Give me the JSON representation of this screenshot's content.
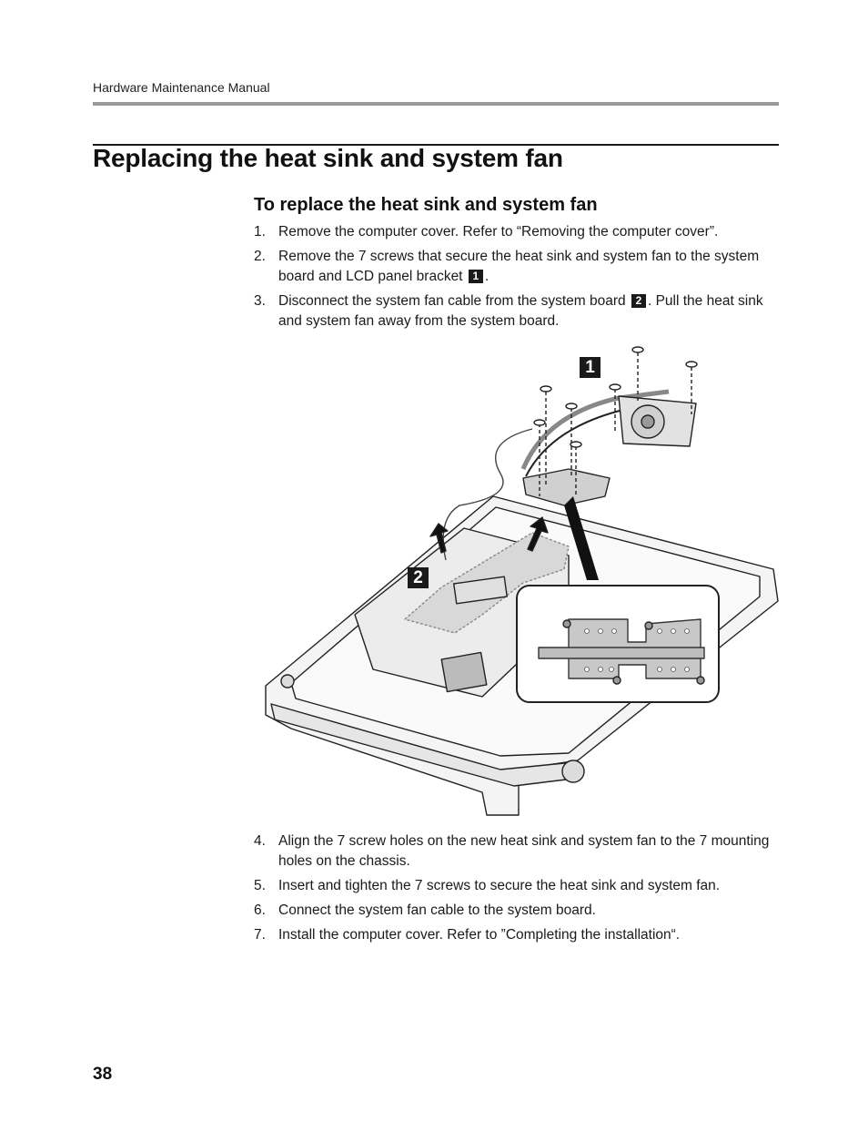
{
  "header": {
    "running_title": "Hardware Maintenance Manual"
  },
  "page_title": "Replacing the heat sink and system fan",
  "section_heading": "To replace the heat sink and system fan",
  "steps_before": [
    {
      "num": "1.",
      "text": "Remove the computer cover. Refer to “Removing the computer cover”."
    },
    {
      "num": "2.",
      "text_before": "Remove the 7 screws that secure the heat sink and system fan to the system board and LCD panel bracket",
      "callout": "1",
      "text_after": "."
    },
    {
      "num": "3.",
      "text_before": "Disconnect the system fan cable from the system board",
      "callout": "2",
      "text_after": ". Pull the heat sink and system fan away from the system board."
    }
  ],
  "figure": {
    "callouts": [
      "1",
      "2"
    ]
  },
  "steps_after": [
    {
      "num": "4.",
      "text": "Align the 7 screw holes on the new heat sink and system fan to the 7 mounting holes on the chassis."
    },
    {
      "num": "5.",
      "text": "Insert and tighten the 7 screws to secure the heat sink and system fan."
    },
    {
      "num": "6.",
      "text": "Connect the system fan cable to the system board."
    },
    {
      "num": "7.",
      "text": "Install the computer cover. Refer to ”Completing the installation“."
    }
  ],
  "page_number": "38"
}
